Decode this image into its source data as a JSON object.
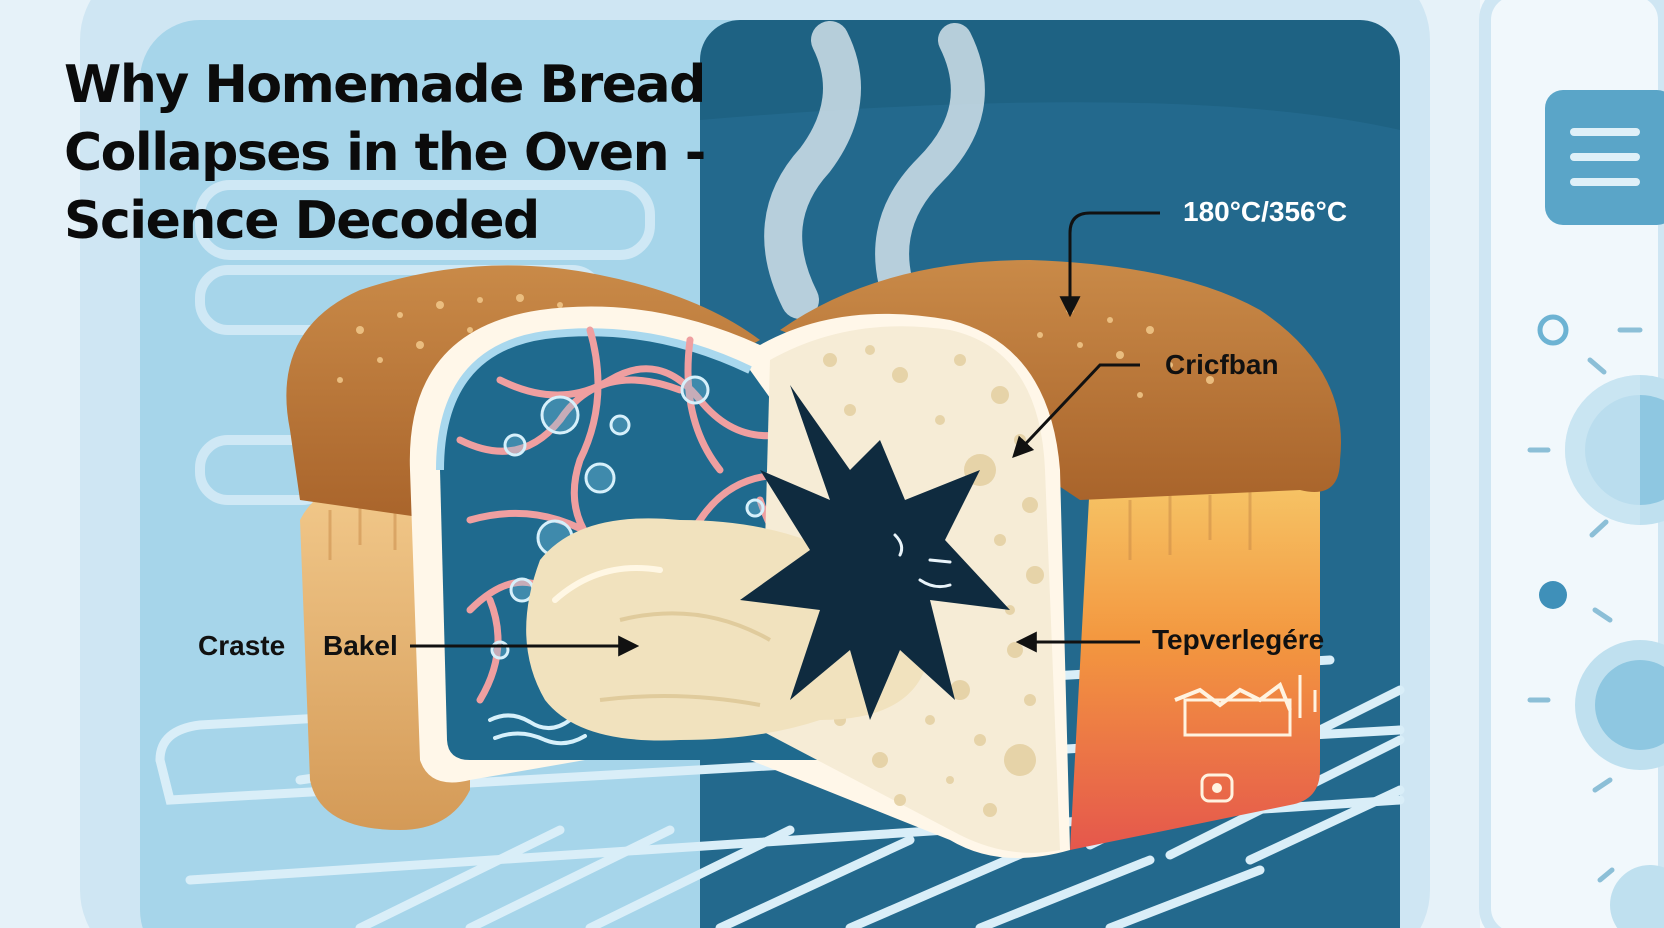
{
  "title": {
    "line1": "Why Homemade Bread",
    "line2": "Collapses in the Oven -",
    "line3": "Science Decoded"
  },
  "labels": {
    "temperature": "180°C/356°C",
    "crumb": "Cricfban",
    "crust": "Craste",
    "dough": "Bakel",
    "heat": "Tepverlegére"
  },
  "icons": [
    "menu-icon",
    "knob-icon",
    "play-icon",
    "steam-icon",
    "air-bubble-icon"
  ],
  "colors": {
    "oven_dark": "#1e6283",
    "oven_light": "#a6d5ea",
    "crust": "#c9863f",
    "crumb": "#f6ecd6",
    "dough": "#f1e2be",
    "gluten": "#ef9fa0",
    "heat_orange": "#f08a3c",
    "heat_red": "#e5574c"
  }
}
